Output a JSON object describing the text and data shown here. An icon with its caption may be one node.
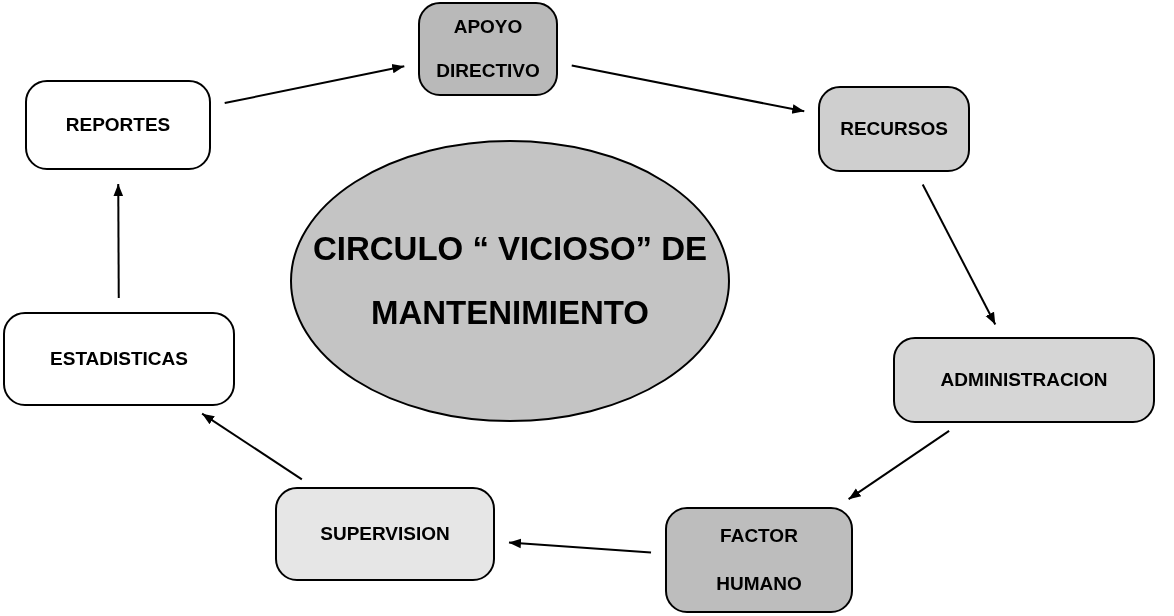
{
  "diagram": {
    "nodes": [
      {
        "text": [
          "APOYO DIRECTIVO"
        ]
      },
      {
        "text": [
          "RECURSOS"
        ]
      },
      {
        "text": [
          "ADMINISTRACION"
        ]
      },
      {
        "text": [
          "FACTOR HUMANO"
        ]
      },
      {
        "text": [
          "SUPERVISION"
        ]
      },
      {
        "text": [
          "ESTADISTICAS"
        ]
      },
      {
        "text": [
          "REPORTES"
        ]
      },
      {
        "text": [
          "CIRCULO “ VICIOSO” DE MANTENIMIENTO"
        ]
      }
    ],
    "edges": [
      {
        "from": 6,
        "to": 0,
        "arrow": "to"
      },
      {
        "from": 0,
        "to": 1,
        "arrow": "to"
      },
      {
        "from": 1,
        "to": 2,
        "arrow": "to"
      },
      {
        "from": 2,
        "to": 3,
        "arrow": "to"
      },
      {
        "from": 3,
        "to": 4,
        "arrow": "to"
      },
      {
        "from": 4,
        "to": 5,
        "arrow": "to"
      },
      {
        "from": 5,
        "to": 6,
        "arrow": "to"
      }
    ]
  }
}
